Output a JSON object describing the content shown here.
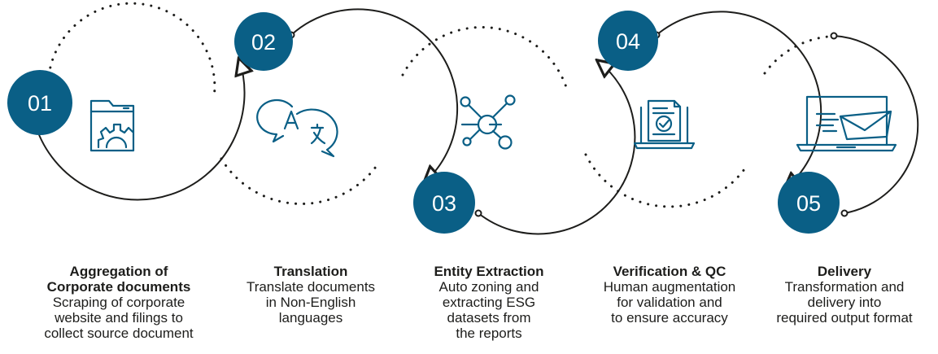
{
  "colors": {
    "badge": "#0a5f86",
    "icon_stroke": "#0a5f86",
    "line": "#1d1d1b",
    "text": "#1d1d1b",
    "background": "#ffffff"
  },
  "steps": [
    {
      "number": "01",
      "icon": "folder-gear-icon",
      "title": "Aggregation of\nCorporate documents",
      "description": "Scraping of corporate\nwebsite and filings to\ncollect source document"
    },
    {
      "number": "02",
      "icon": "translate-bubbles-icon",
      "title": "Translation",
      "description": "Translate documents\nin Non-English\nlanguages"
    },
    {
      "number": "03",
      "icon": "network-nodes-icon",
      "title": "Entity Extraction",
      "description": "Auto zoning and\nextracting ESG\ndatasets from\nthe reports"
    },
    {
      "number": "04",
      "icon": "laptop-document-check-icon",
      "title": "Verification & QC",
      "description": "Human augmentation\nfor validation and\nto ensure accuracy"
    },
    {
      "number": "05",
      "icon": "laptop-email-icon",
      "title": "Delivery",
      "description": "Transformation and\ndelivery into\nrequired output format"
    }
  ]
}
